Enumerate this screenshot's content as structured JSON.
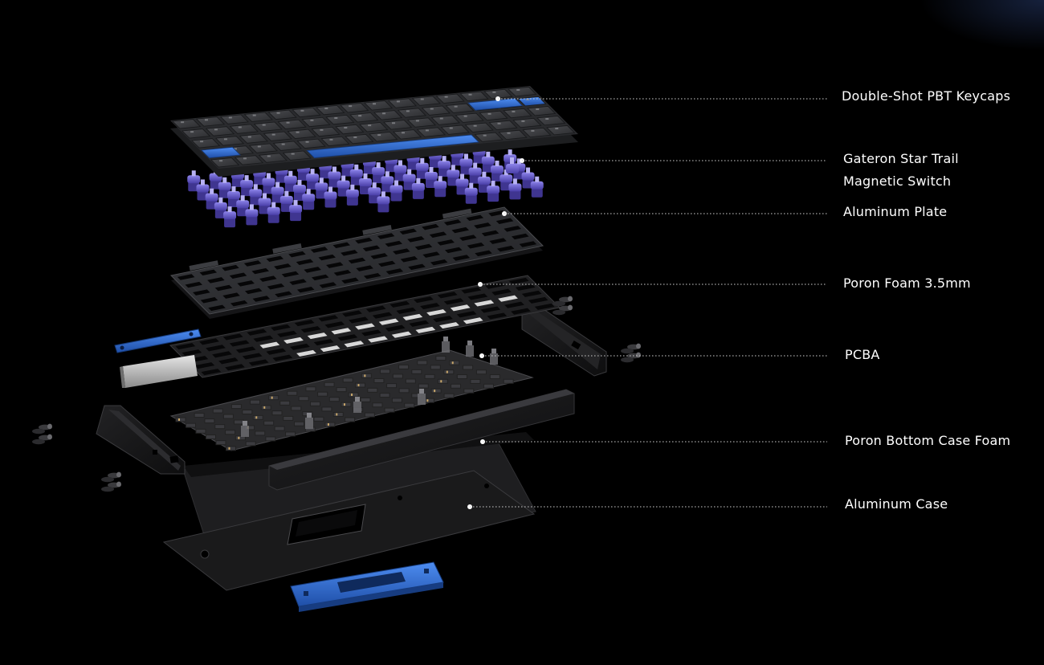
{
  "colors": {
    "background": "#000000",
    "label": "#ffffff",
    "leader": "#bfbfbf",
    "keycap_dark": "#3a3b3e",
    "keycap_accent": "#2f6fd6",
    "switch_purple": "#6a5fc8",
    "plate": "#2b2c2f",
    "foam": "#1c1c1e",
    "pcb": "#2a2a2c",
    "case": "#141415",
    "blue_part": "#2c64c9"
  },
  "layers": [
    {
      "id": "keycaps",
      "label": "Double-Shot PBT Keycaps"
    },
    {
      "id": "switches",
      "label_lines": [
        "Gateron Star Trail",
        "Magnetic Switch"
      ]
    },
    {
      "id": "plate",
      "label": "Aluminum Plate"
    },
    {
      "id": "plate-foam",
      "label": "Poron Foam 3.5mm"
    },
    {
      "id": "pcba",
      "label": "PCBA"
    },
    {
      "id": "bottom-foam",
      "label": "Poron Bottom Case Foam"
    },
    {
      "id": "case",
      "label": "Aluminum Case"
    }
  ]
}
